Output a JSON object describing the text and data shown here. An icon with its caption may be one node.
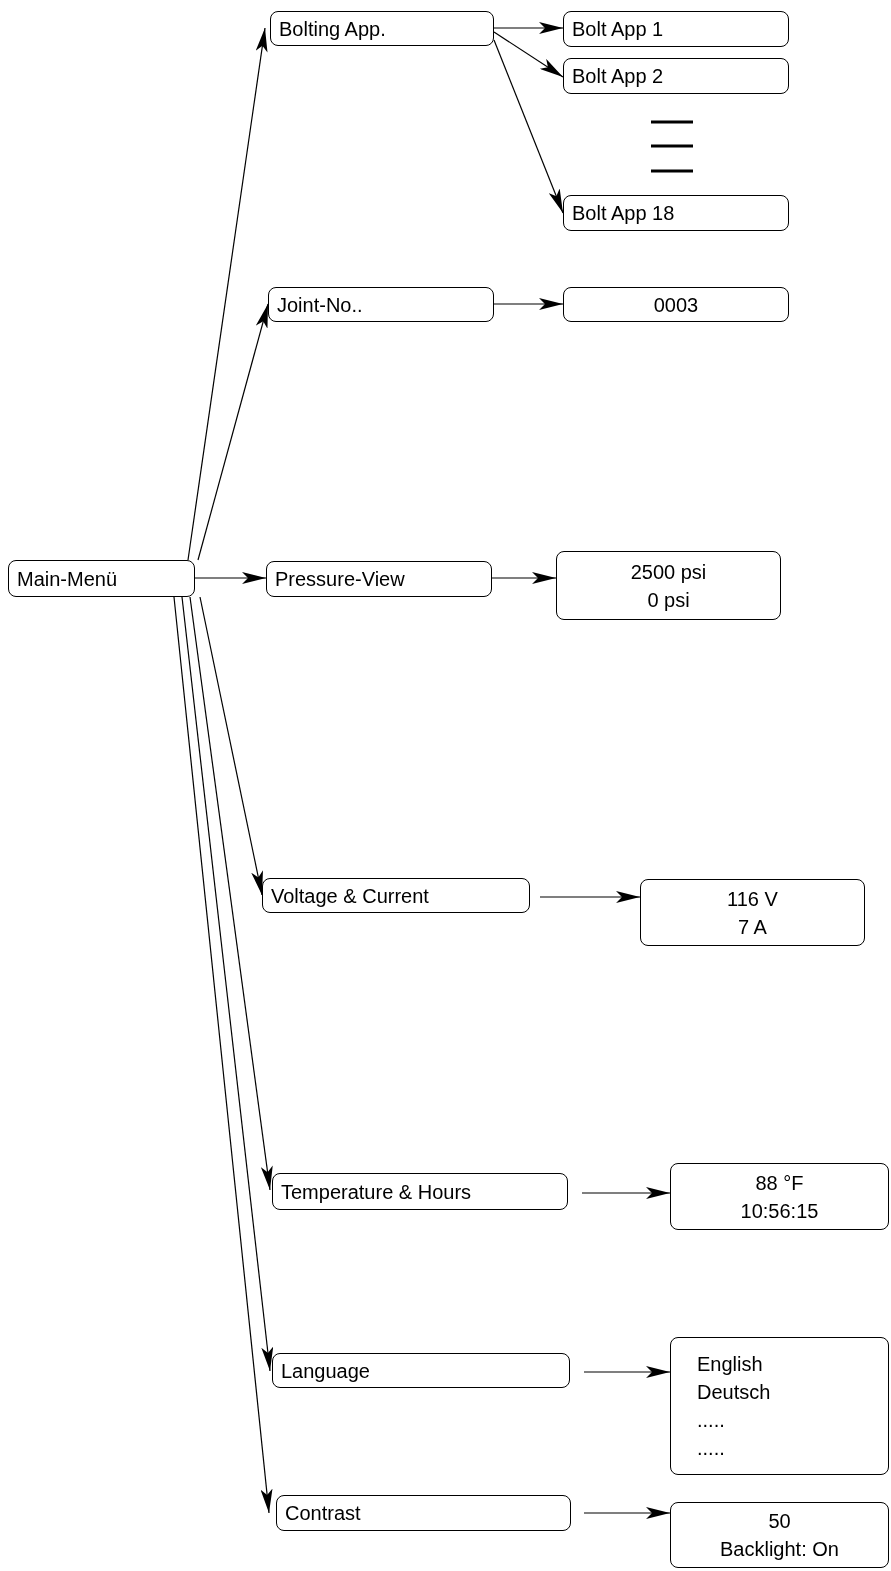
{
  "diagram": {
    "nodes": [
      {
        "text": [
          "Main-Menü"
        ]
      },
      {
        "text": [
          "Bolting App."
        ]
      },
      {
        "text": [
          "Bolt App 1"
        ]
      },
      {
        "text": [
          "Bolt App 2"
        ]
      },
      {
        "text": [
          "Bolt App 18"
        ]
      },
      {
        "text": [
          "Joint-No.."
        ]
      },
      {
        "text": [
          "0003"
        ]
      },
      {
        "text": [
          "Pressure-View"
        ]
      },
      {
        "text": [
          "2500 psi",
          "0 psi"
        ]
      },
      {
        "text": [
          "Voltage & Current"
        ]
      },
      {
        "text": [
          "116 V",
          "7 A"
        ]
      },
      {
        "text": [
          "Temperature & Hours"
        ]
      },
      {
        "text": [
          "88 °F",
          "10:56:15"
        ]
      },
      {
        "text": [
          "Language"
        ]
      },
      {
        "text": [
          "English",
          "Deutsch",
          ".....",
          "....."
        ]
      },
      {
        "text": [
          "Contrast"
        ]
      },
      {
        "text": [
          "50",
          "Backlight: On"
        ]
      }
    ],
    "edges": [
      {
        "from": 0,
        "to": 1,
        "arrow": "to"
      },
      {
        "from": 0,
        "to": 5,
        "arrow": "to"
      },
      {
        "from": 0,
        "to": 7,
        "arrow": "to"
      },
      {
        "from": 0,
        "to": 9,
        "arrow": "to"
      },
      {
        "from": 0,
        "to": 11,
        "arrow": "to"
      },
      {
        "from": 0,
        "to": 13,
        "arrow": "to"
      },
      {
        "from": 0,
        "to": 15,
        "arrow": "to"
      },
      {
        "from": 1,
        "to": 2,
        "arrow": "to"
      },
      {
        "from": 1,
        "to": 3,
        "arrow": "to"
      },
      {
        "from": 1,
        "to": 4,
        "arrow": "to"
      },
      {
        "from": 5,
        "to": 6,
        "arrow": "to"
      },
      {
        "from": 7,
        "to": 8,
        "arrow": "to"
      },
      {
        "from": 9,
        "to": 10,
        "arrow": "to"
      },
      {
        "from": 11,
        "to": 12,
        "arrow": "to"
      },
      {
        "from": 13,
        "to": 14,
        "arrow": "to"
      },
      {
        "from": 15,
        "to": 16,
        "arrow": "to"
      }
    ]
  }
}
